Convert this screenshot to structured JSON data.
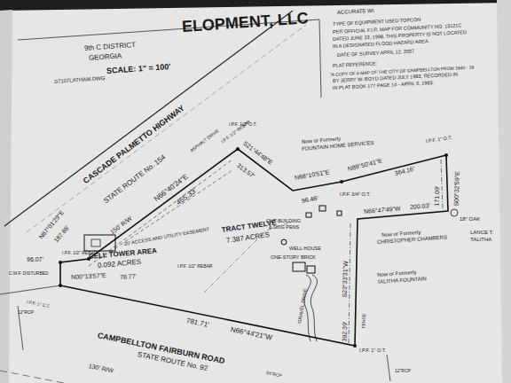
{
  "diagram": {
    "title": "ELOPMENT, LLC",
    "labels": [
      "9th C DISTRICT",
      "GEORGIA",
      "SCALE: 1\" = 100'",
      ".07107LATHAM.DWG",
      "ACCURATE WI",
      "TYPE OF EQUIPMENT USED TOPCON",
      "PER OFFICIAL F.I.R. MAP FOR COMMUNITY NO. 13121C",
      "DATED JUNE 22, 1998, THIS PROPERTY IS NOT LOCATED",
      "IN A DESIGNATED FLOOD HAZARD AREA.",
      "DATE OF SURVEY APRIL 12, 2007",
      "PLAT REFERENCE:",
      "\"A COPY OF A MAP OF THE CITY OF CAMPBELLTON FROM 1840 - 18",
      "BY JERRY W. BOYD DATED JULY 1983, RECORDED IN",
      "IN PLAT BOOK 177 PAGE 14 - APRIL 6, 1983.",
      "CASCADE PALMETTO HIGHWAY",
      "STATE ROUTE No. 154",
      "150' R/W",
      "N66°40'24\"E",
      "455.33'",
      "TRACT TWELVE",
      "7.387 ACRES",
      "CELL TOWER AREA",
      "0.092 ACRES",
      "N00°13'57\"E",
      "78.77'",
      "N67°01'29\"E",
      "187.86'",
      "20' ACCESS AND UTILITY EASEMENT",
      "ASPHALT DRIVE",
      "N68°10'51\"E",
      "96.46'",
      "Now or Formerly",
      "FOUNTAIN HOME SERVICES",
      "N89°50'41\"E",
      "364.16'",
      "S21°44'48\"E",
      "313.57'",
      "OUT-BUILDING",
      "& DOG PENS",
      "WELL HOUSE",
      "ONE-STORY BRICK",
      "GRAVEL DRIVE",
      "N66°47'49\"W",
      "200.03'",
      "Now or Formerly",
      "CHRISTOPHER CHAMBERS",
      "Now or Formerly",
      "TALITHA FOUNTAIN",
      "S23°33'31\"W",
      "392.39'",
      "FENCE",
      "171.09'",
      "S00°32'59\"E",
      "18\" OAK",
      "LANCE T.",
      "TALITHA",
      "781.71'",
      "N66°44'21\"W",
      "CAMPBELLTON FAIRBURN ROAD",
      "STATE ROUTE No. 92",
      "130' R/W",
      "I.P.F. 1\" O.T.",
      "I.P.F. 3/4\" O.T.",
      "I.P.F. 1/2\" O.T.",
      "I.P.F. 1/2\" REBAR",
      "I.P.F. 1/2\" REBAR",
      "I.P.F. 1/2\" REBAR",
      "I.P.F. 1\" O.T.",
      "C.M.F. DISTURBED",
      "96.07'",
      "12\"RCP",
      "12\"RCP",
      "24\"RCP",
      "I.P.F. 1\" C.T."
    ]
  }
}
